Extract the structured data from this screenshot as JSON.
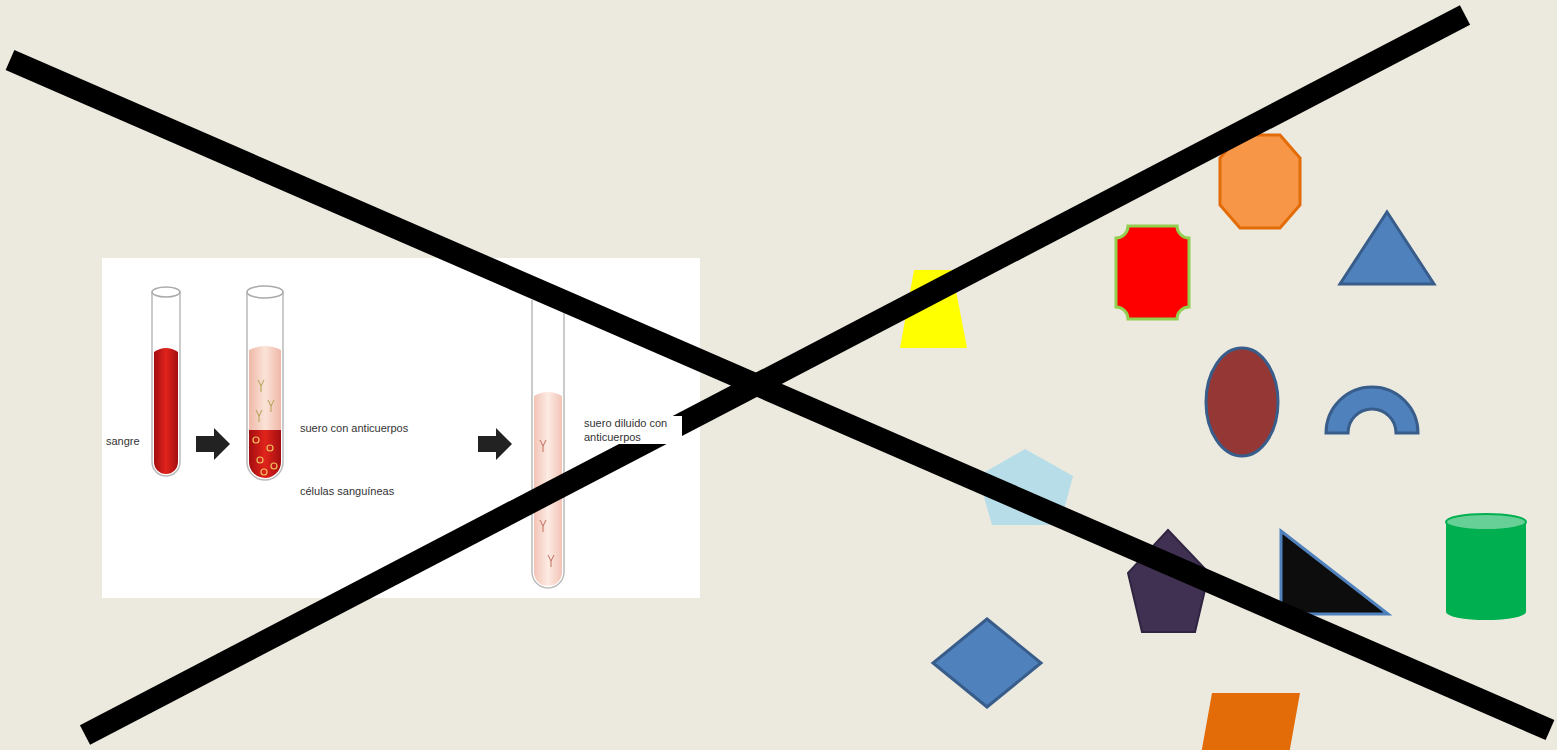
{
  "diagram": {
    "labels": [
      "sangre",
      "suero con anticuerpos",
      "células sanguíneas",
      "suero diluido con anticuerpos"
    ]
  }
}
